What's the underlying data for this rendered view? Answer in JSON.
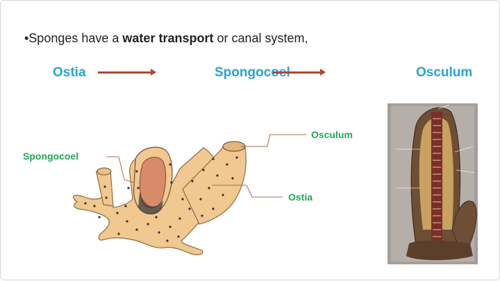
{
  "bullet": {
    "prefix": "•Sponges have a ",
    "bold": "water transport",
    "suffix": " or canal system,"
  },
  "flow": {
    "step1": "Ostia",
    "step2": "Spongocoel",
    "step3": "Osculum",
    "arrow_color": "#b5442e",
    "label_color": "#2aa3cf"
  },
  "diagram": {
    "label_spongocoel": "Spongocoel",
    "label_osculum": "Osculum",
    "label_ostia": "Ostia",
    "label_color": "#22a55b"
  }
}
